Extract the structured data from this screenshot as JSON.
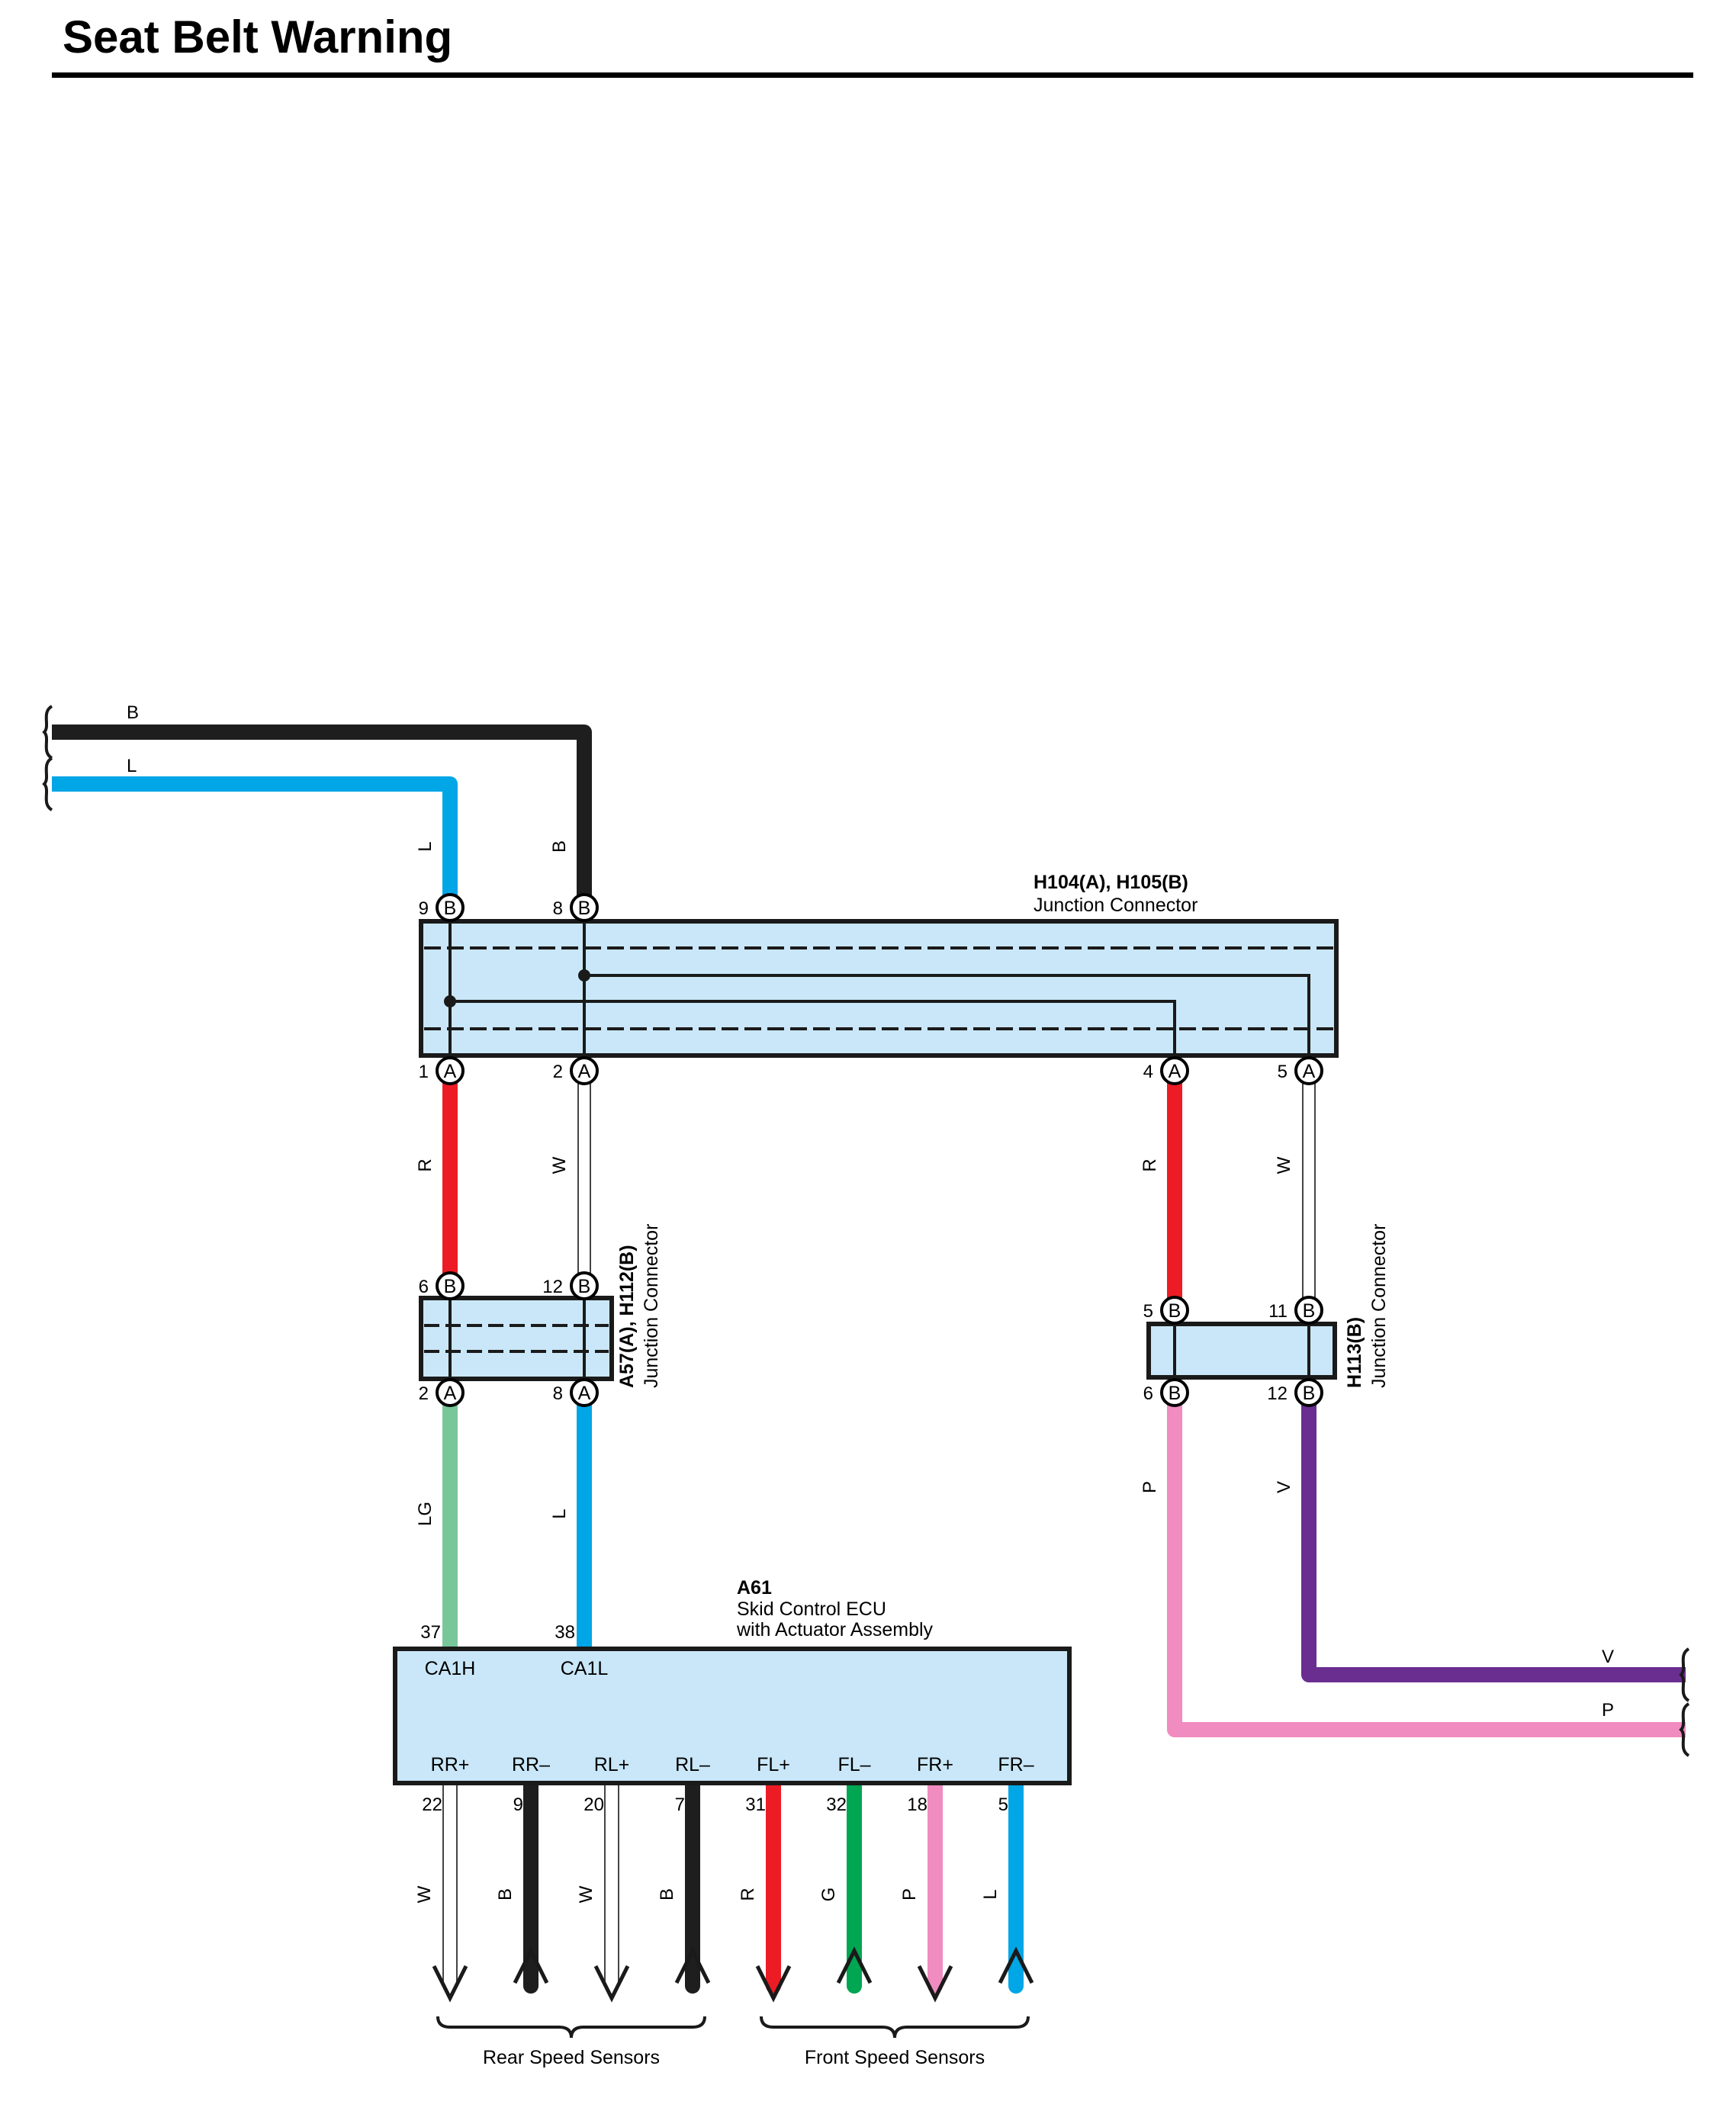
{
  "title": "Seat Belt Warning",
  "colors": {
    "B": "#1e1e1e",
    "L": "#00a6e6",
    "R": "#ed1c24",
    "W": "#ffffff",
    "LG": "#78c79a",
    "P": "#f08cbf",
    "V": "#6a2e91",
    "G": "#00a651",
    "connector_fill": "#c9e7f8"
  },
  "components": {
    "h104": {
      "name": "H104(A), H105(B)",
      "desc": "Junction Connector"
    },
    "a57": {
      "name": "A57(A), H112(B)",
      "desc": "Junction Connector"
    },
    "h113": {
      "name": "H113(B)",
      "desc": "Junction Connector"
    },
    "a61": {
      "name": "A61",
      "desc1": "Skid Control ECU",
      "desc2": "with Actuator Assembly"
    }
  },
  "incoming_wires": [
    {
      "color_code": "B",
      "mid_label": "B"
    },
    {
      "color_code": "L",
      "mid_label": "L"
    }
  ],
  "outgoing_wires": [
    {
      "color_code": "V"
    },
    {
      "color_code": "P"
    }
  ],
  "h104_pins": [
    {
      "num": "9",
      "letter": "B"
    },
    {
      "num": "8",
      "letter": "B"
    },
    {
      "num": "1",
      "letter": "A"
    },
    {
      "num": "2",
      "letter": "A"
    },
    {
      "num": "4",
      "letter": "A"
    },
    {
      "num": "5",
      "letter": "A"
    }
  ],
  "a57_pins": [
    {
      "num": "6",
      "letter": "B"
    },
    {
      "num": "12",
      "letter": "B"
    },
    {
      "num": "2",
      "letter": "A"
    },
    {
      "num": "8",
      "letter": "A"
    }
  ],
  "h113_pins": [
    {
      "num": "5",
      "letter": "B"
    },
    {
      "num": "11",
      "letter": "B"
    },
    {
      "num": "6",
      "letter": "B"
    },
    {
      "num": "12",
      "letter": "B"
    }
  ],
  "wire_labels": {
    "left_r": "R",
    "left_w": "W",
    "right_r": "R",
    "right_w": "W",
    "lg": "LG",
    "l": "L",
    "p": "P",
    "v": "V"
  },
  "ecu_top_pins": [
    {
      "num": "37",
      "name": "CA1H"
    },
    {
      "num": "38",
      "name": "CA1L"
    }
  ],
  "ecu_bottom_pins": [
    {
      "name": "RR+",
      "num": "22",
      "color": "W",
      "dir": "out"
    },
    {
      "name": "RR–",
      "num": "9",
      "color": "B",
      "dir": "in"
    },
    {
      "name": "RL+",
      "num": "20",
      "color": "W",
      "dir": "out"
    },
    {
      "name": "RL–",
      "num": "7",
      "color": "B",
      "dir": "in"
    },
    {
      "name": "FL+",
      "num": "31",
      "color": "R",
      "dir": "out"
    },
    {
      "name": "FL–",
      "num": "32",
      "color": "G",
      "dir": "in"
    },
    {
      "name": "FR+",
      "num": "18",
      "color": "P",
      "dir": "out"
    },
    {
      "name": "FR–",
      "num": "5",
      "color": "L",
      "dir": "in"
    }
  ],
  "groups": {
    "rear": "Rear Speed Sensors",
    "front": "Front Speed Sensors"
  }
}
